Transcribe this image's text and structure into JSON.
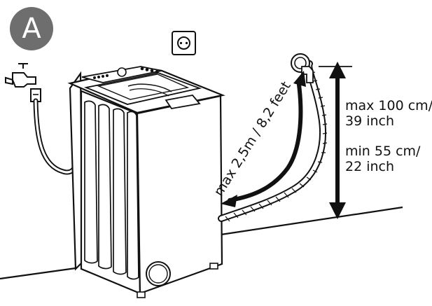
{
  "badge": {
    "text": "A"
  },
  "labels": {
    "max_height_line1": "max 100 cm/",
    "max_height_line2": "39 inch",
    "min_height_line1": "min 55 cm/",
    "min_height_line2": "22 inch",
    "hose_length": "max 2,5m / 8,2 feet"
  }
}
